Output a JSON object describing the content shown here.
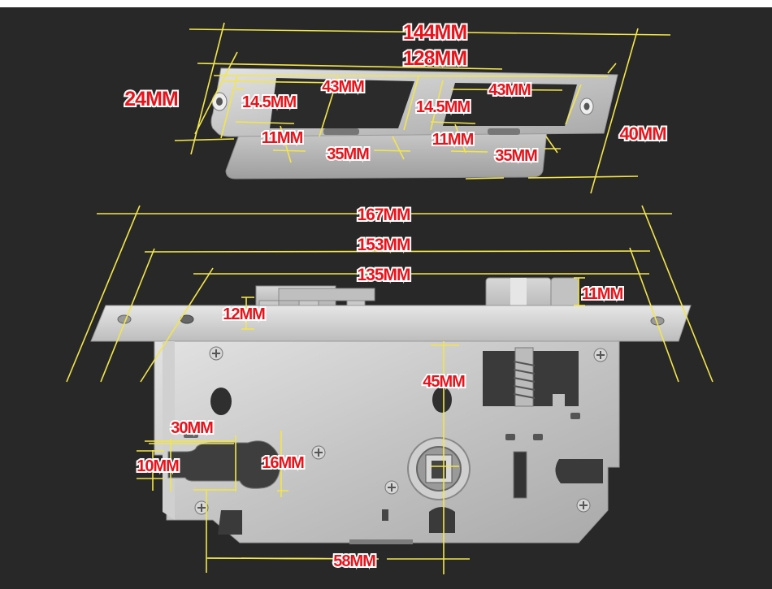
{
  "colors": {
    "background": "#282828",
    "dimension_line": "#f2e64a",
    "label_fill": "#e8141c",
    "label_outline": "#ffffff",
    "steel_light": "#dcdcdc",
    "steel_mid": "#b9b9b9",
    "steel_dark": "#8c8c8c"
  },
  "strike_plate": {
    "name": "strike-plate",
    "dimensions": {
      "overall_length": "144MM",
      "hole_spacing": "128MM",
      "width": "24MM",
      "depth": "40MM",
      "left_cutout_length": "43MM",
      "right_cutout_length": "43MM",
      "left_cutout_height": "14.5MM",
      "right_cutout_height": "14.5MM",
      "left_slot_height": "11MM",
      "right_slot_height": "11MM",
      "left_slot_length": "35MM",
      "right_slot_length": "35MM"
    }
  },
  "mortise_lock": {
    "name": "mortise-lock-body",
    "dimensions": {
      "faceplate_length": "167MM",
      "screw_hole_spacing": "153MM",
      "case_length": "135MM",
      "deadbolt_projection": "12MM",
      "latch_projection": "11MM",
      "backset_vertical": "45MM",
      "cylinder_hole_width": "30MM",
      "cylinder_slot_height": "10MM",
      "cylinder_hole_diameter": "16MM",
      "center_distance": "58MM"
    }
  }
}
